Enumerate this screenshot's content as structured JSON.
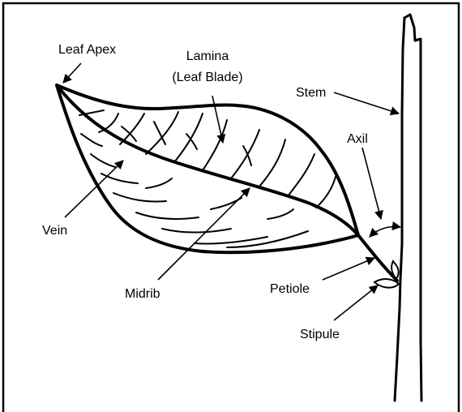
{
  "diagram": {
    "labels": {
      "leaf_apex": "Leaf Apex",
      "lamina_line1": "Lamina",
      "lamina_line2": "(Leaf Blade)",
      "stem": "Stem",
      "axil": "Axil",
      "vein": "Vein",
      "midrib": "Midrib",
      "petiole": "Petiole",
      "stipule": "Stipule"
    },
    "colors": {
      "stroke": "#000000",
      "background": "#ffffff"
    }
  }
}
